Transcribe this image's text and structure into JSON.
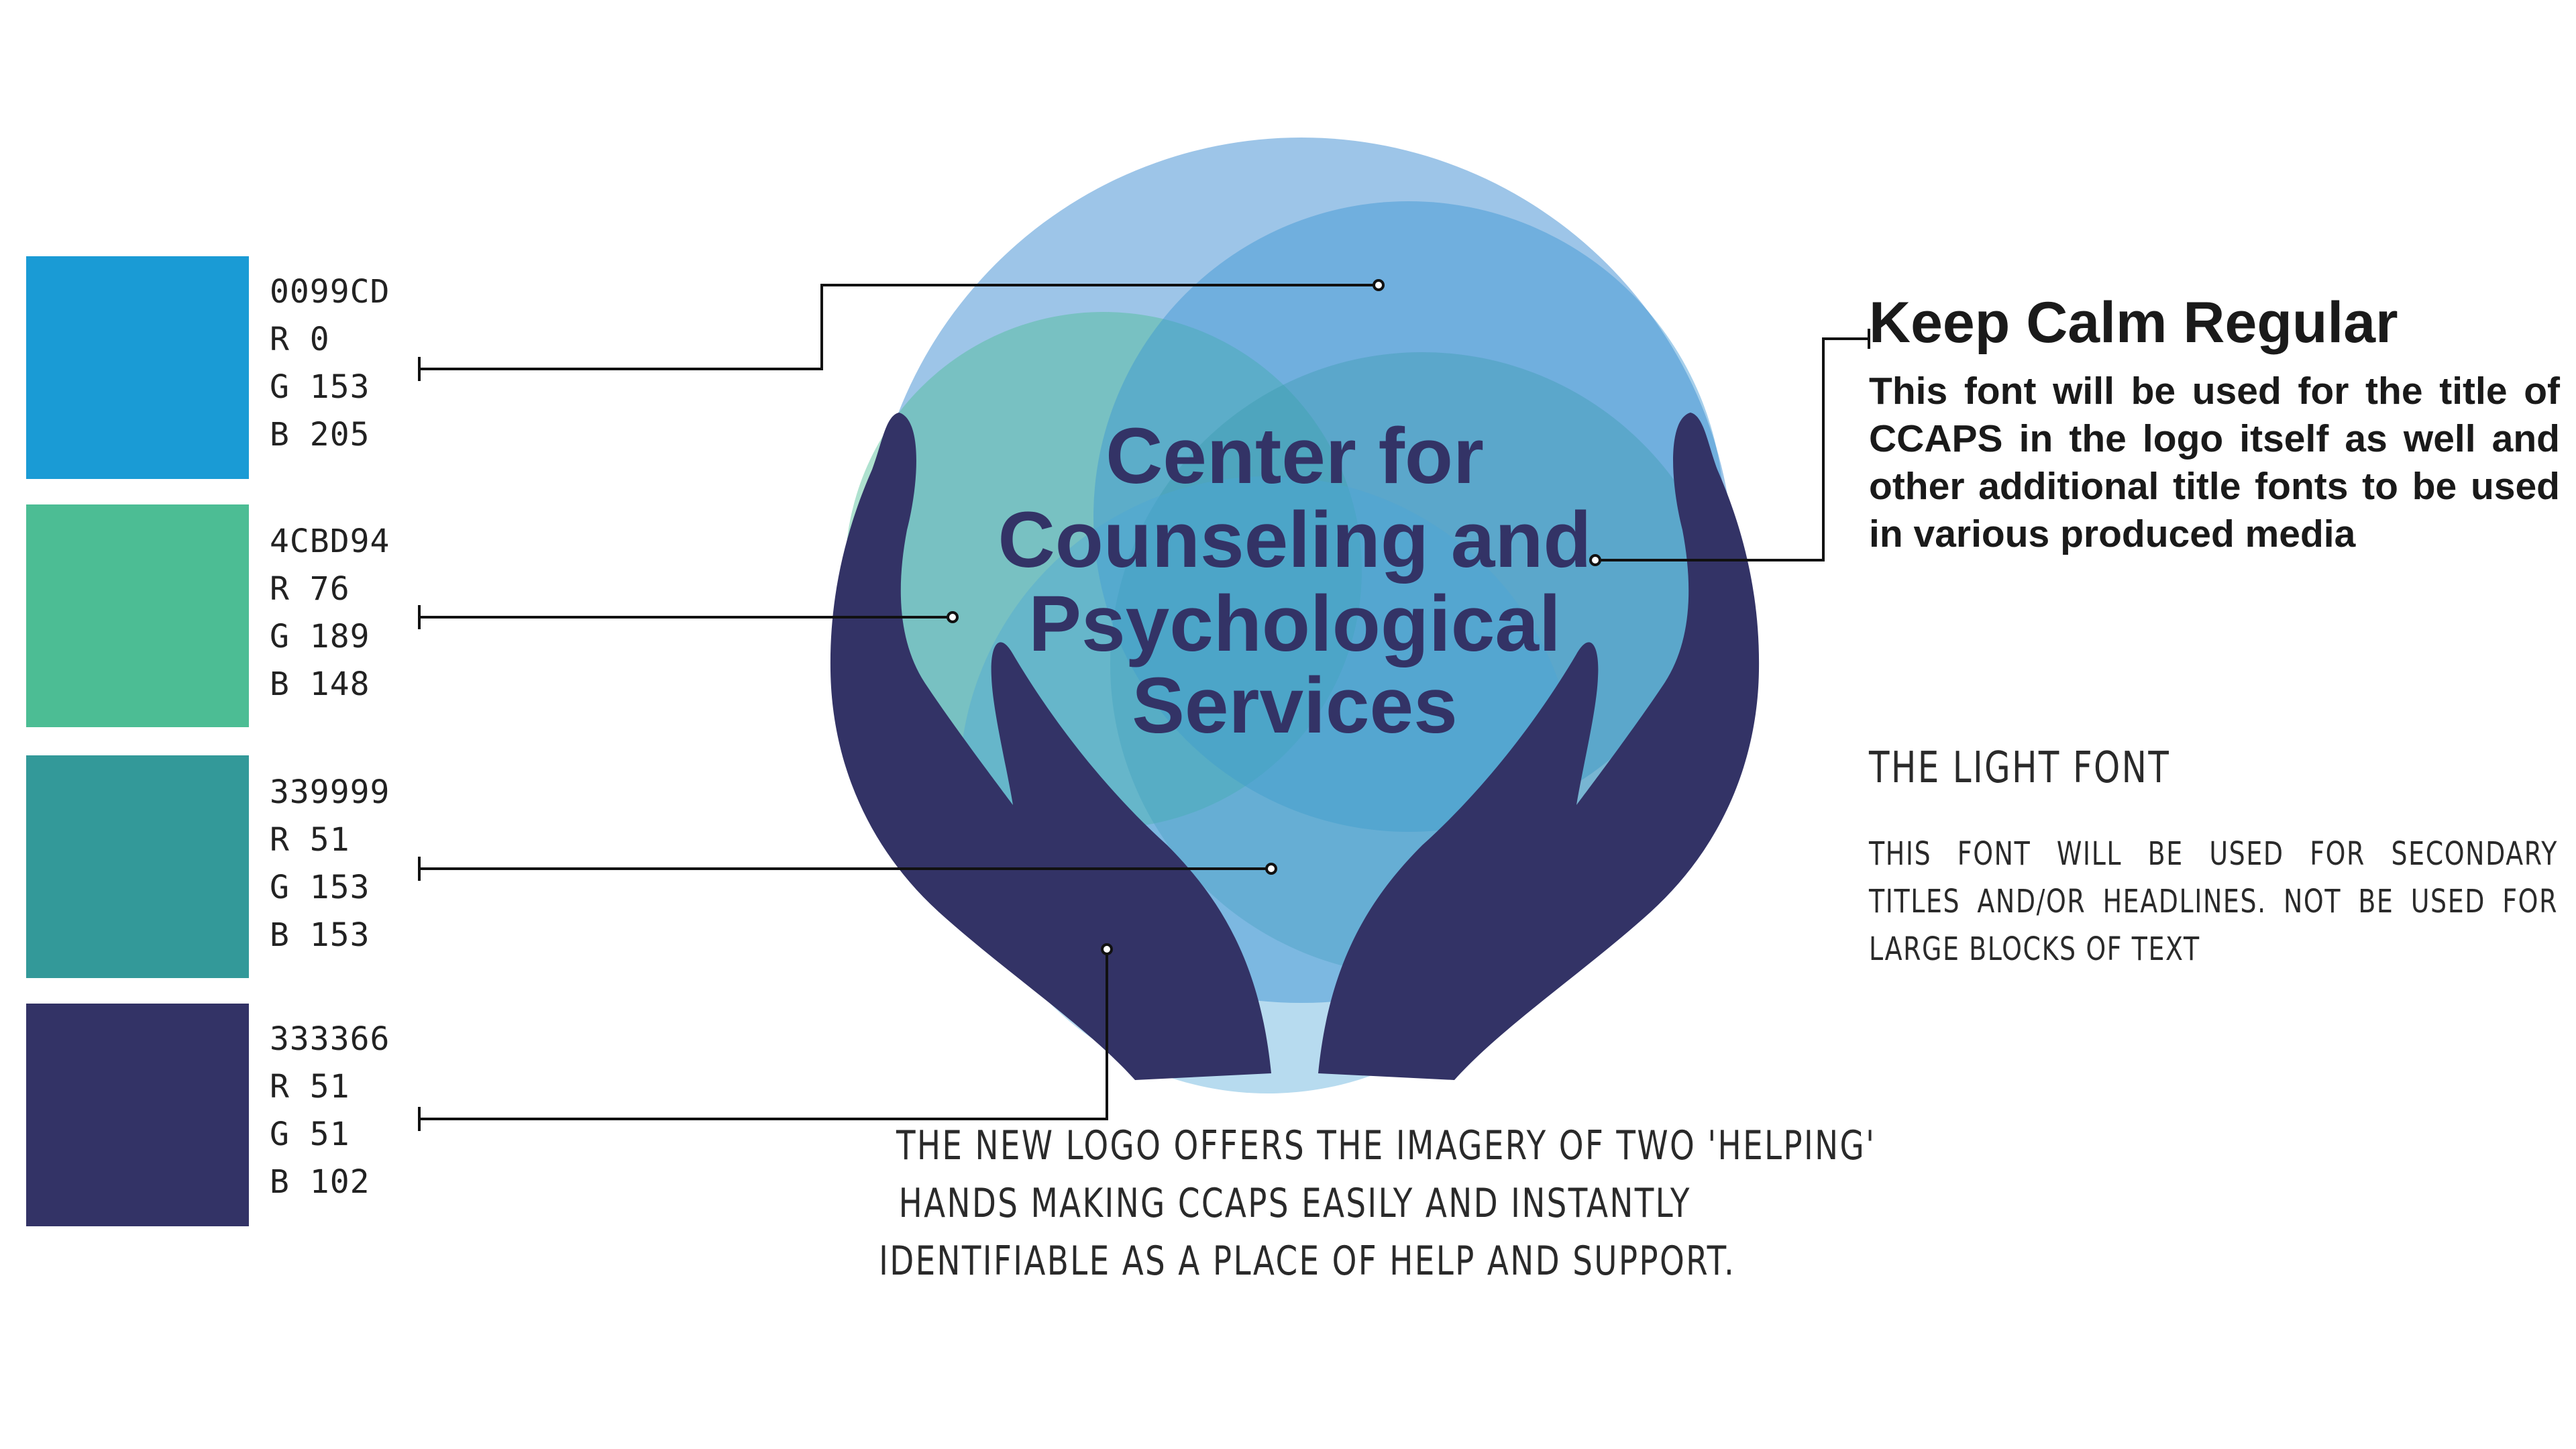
{
  "palette": [
    {
      "hex": "0099CD",
      "r": "R 0",
      "g": "G 153",
      "b": "B 205",
      "color": "#1a9bd5"
    },
    {
      "hex": "4CBD94",
      "r": "R 76",
      "g": "G 189",
      "b": "B 148",
      "color": "#4cbd94"
    },
    {
      "hex": "339999",
      "r": "R 51",
      "g": "G 153",
      "b": "B 153",
      "color": "#339999"
    },
    {
      "hex": "333366",
      "r": "R 51",
      "g": "G 51",
      "b": "B 102",
      "color": "#333366"
    }
  ],
  "logo": {
    "line1": "Center for",
    "line2": "Counseling  and",
    "line3": "Psychological",
    "line4": "Services"
  },
  "font_primary": {
    "name": "Keep Calm Regular",
    "description": "This font will be used for the title of CCAPS in the logo itself as well and other additional title fonts to be used in various produced media"
  },
  "font_secondary": {
    "name": "THE LIGHT FONT",
    "description": "THIS FONT WILL BE USED FOR SECONDARY TITLES AND/OR HEADLINES.  NOT BE USED FOR LARGE BLOCKS OF TEXT"
  },
  "caption": {
    "line1": "THE NEW LOGO OFFERS THE IMAGERY OF TWO 'HELPING'",
    "line2": "HANDS MAKING CCAPS EASILY AND INSTANTLY",
    "line3": "IDENTIFIABLE AS A PLACE OF HELP AND SUPPORT."
  }
}
